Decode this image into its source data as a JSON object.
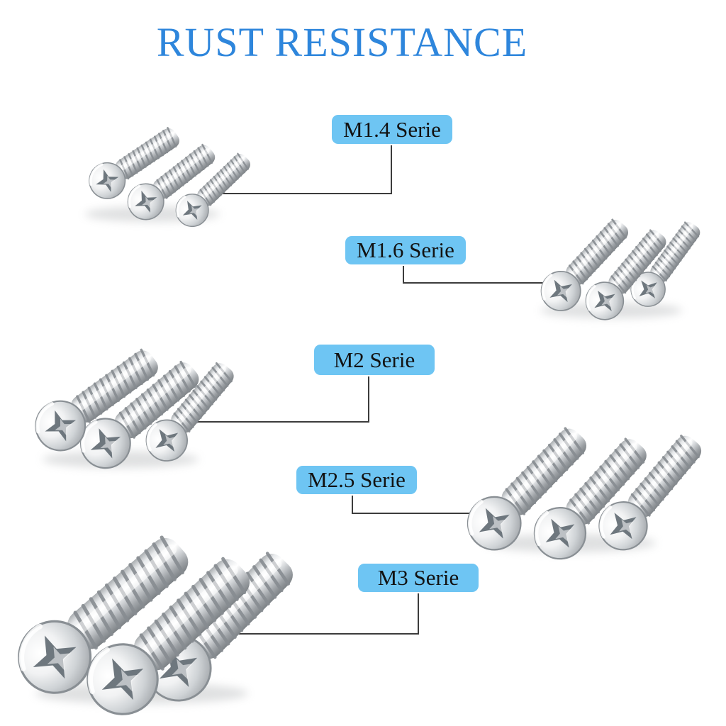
{
  "title": "RUST RESISTANCE",
  "groups": [
    {
      "id": "m1.4",
      "label": "M1.4 Serie",
      "screw_count": 3
    },
    {
      "id": "m1.6",
      "label": "M1.6 Serie",
      "screw_count": 3
    },
    {
      "id": "m2",
      "label": "M2 Serie",
      "screw_count": 3
    },
    {
      "id": "m2.5",
      "label": "M2.5 Serie",
      "screw_count": 3
    },
    {
      "id": "m3",
      "label": "M3 Serie",
      "screw_count": 3
    }
  ],
  "colors": {
    "title_blue": "#2e86dc",
    "label_bg": "#6ec5f3",
    "label_text": "#121212",
    "leader_line": "#3c3c3c",
    "screw_metal_light": "#ffffff",
    "screw_metal_mid": "#c9cdd1",
    "screw_metal_dark": "#84898d",
    "background": "#ffffff"
  }
}
